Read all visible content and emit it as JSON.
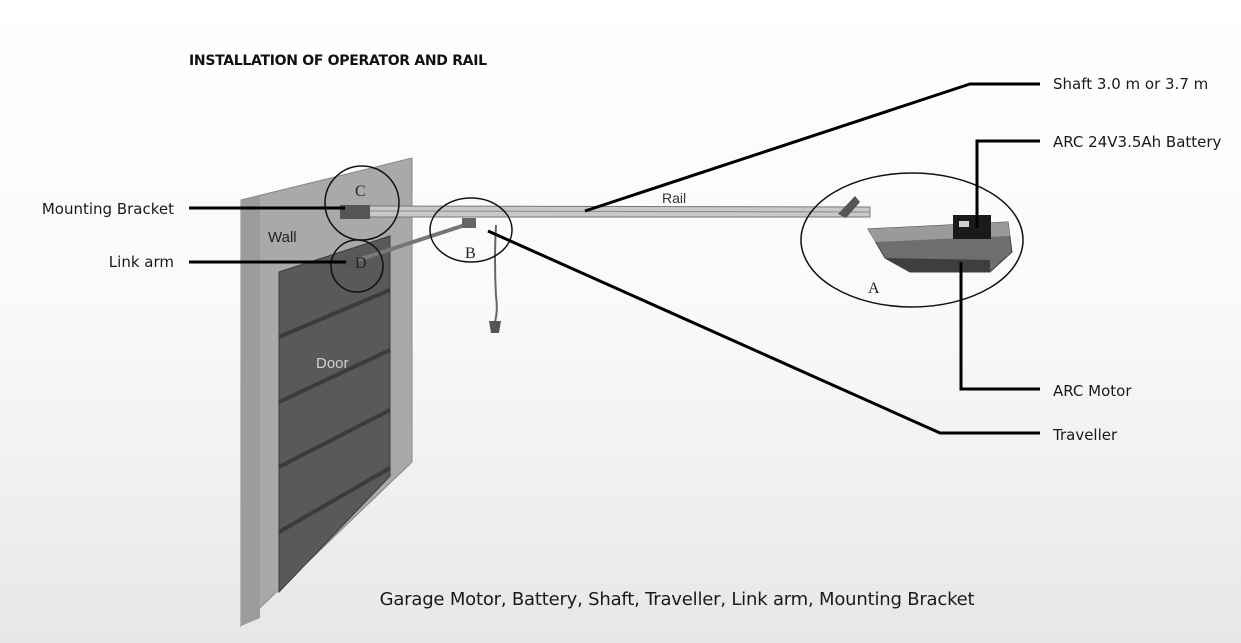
{
  "title": "INSTALLATION OF OPERATOR AND RAIL",
  "diagram_labels": {
    "wall": "Wall",
    "door": "Door",
    "rail": "Rail",
    "marker_a": "A",
    "marker_b": "B",
    "marker_c": "C",
    "marker_d": "D"
  },
  "callouts": {
    "mounting_bracket": "Mounting Bracket",
    "link_arm": "Link arm",
    "shaft": "Shaft 3.0 m or 3.7 m",
    "battery": "ARC 24V3.5Ah Battery",
    "motor": "ARC Motor",
    "traveller": "Traveller"
  },
  "caption": "Garage Motor, Battery, Shaft, Traveller, Link arm, Mounting Bracket"
}
